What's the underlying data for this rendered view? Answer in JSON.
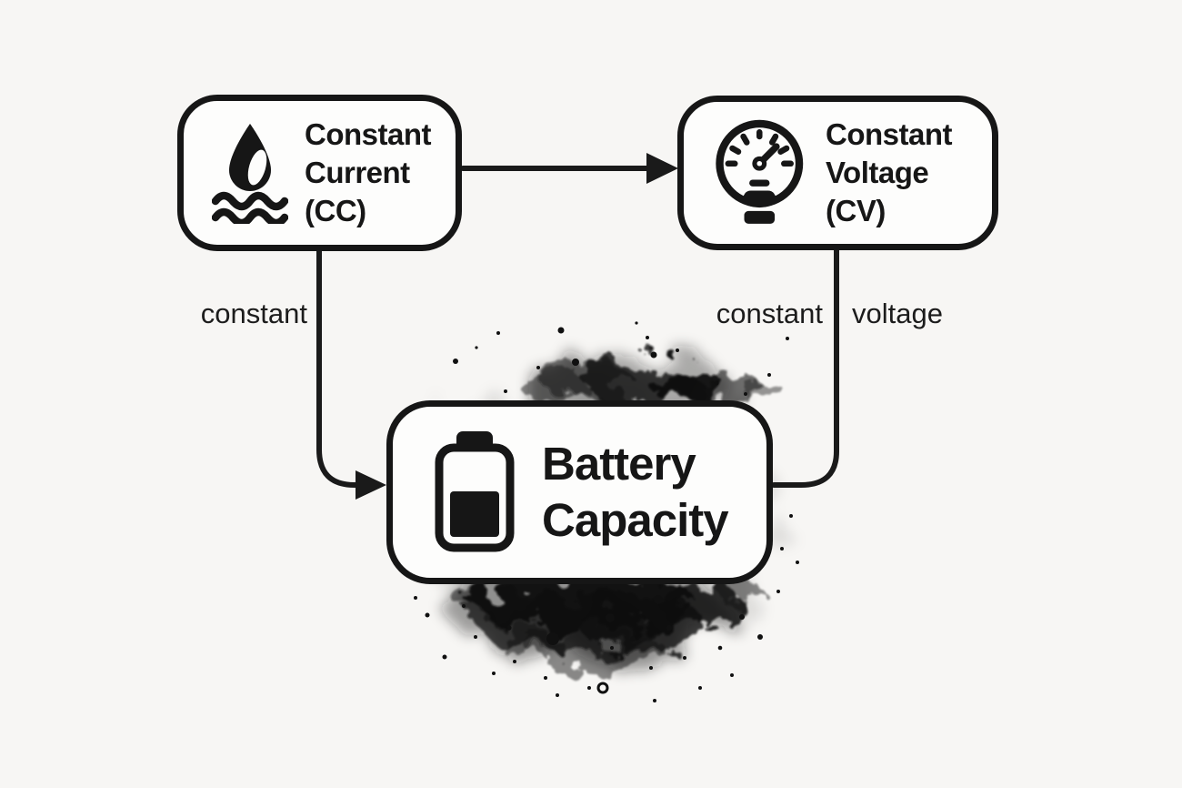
{
  "colors": {
    "background": "#f7f6f4",
    "ink": "#1a1a1a",
    "box_fill": "#fdfdfc",
    "title_text": "#161616",
    "label_text": "#1c1c1c"
  },
  "nodes": {
    "cc": {
      "icon": "water-drop-waves-icon",
      "line1": "Constant",
      "line2": "Current",
      "line3": "(CC)"
    },
    "cv": {
      "icon": "gauge-icon",
      "line1": "Constant",
      "line2": "Voltage",
      "line3": "(CV)"
    },
    "battery": {
      "icon": "battery-half-icon",
      "line1": "Battery",
      "line2": "Capacity"
    }
  },
  "edges": {
    "cc_to_cv": {
      "style": "arrow-right"
    },
    "cc_to_battery": {
      "label": "constant",
      "style": "arrow-down-right"
    },
    "cv_to_battery": {
      "words": {
        "left": "constant",
        "right": "voltage"
      },
      "style": "elbow-down-left"
    }
  }
}
